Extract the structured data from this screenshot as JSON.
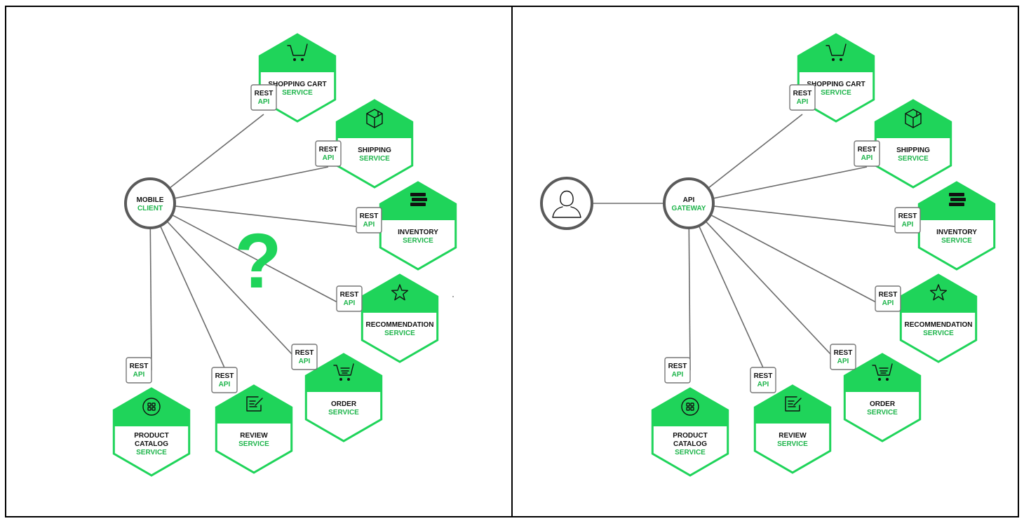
{
  "colors": {
    "accent": "#1fd45a",
    "accent_text": "#1fb54c",
    "line": "#6b6b6b",
    "border": "#000000"
  },
  "api_label": {
    "line1": "REST",
    "line2": "API"
  },
  "question_mark": "?",
  "panels": [
    {
      "hub": {
        "line1": "MOBILE",
        "line2": "CLIENT"
      },
      "has_user": false,
      "services": [
        {
          "line1": "SHOPPING CART",
          "line2": "SERVICE",
          "icon": "shopping-cart-icon"
        },
        {
          "line1": "SHIPPING",
          "line2": "SERVICE",
          "icon": "package-icon"
        },
        {
          "line1": "INVENTORY",
          "line2": "SERVICE",
          "icon": "stack-icon"
        },
        {
          "line1": "RECOMMENDATION",
          "line2": "SERVICE",
          "icon": "star-icon"
        },
        {
          "line1": "ORDER",
          "line2": "SERVICE",
          "icon": "order-cart-icon"
        },
        {
          "line1": "REVIEW",
          "line2": "SERVICE",
          "icon": "review-icon"
        },
        {
          "line1": "PRODUCT",
          "line2": "CATALOG",
          "line3": "SERVICE",
          "icon": "catalog-icon"
        }
      ]
    },
    {
      "hub": {
        "line1": "API",
        "line2": "GATEWAY"
      },
      "has_user": true,
      "user_icon": "user-icon",
      "services": [
        {
          "line1": "SHOPPING CART",
          "line2": "SERVICE",
          "icon": "shopping-cart-icon"
        },
        {
          "line1": "SHIPPING",
          "line2": "SERVICE",
          "icon": "package-icon"
        },
        {
          "line1": "INVENTORY",
          "line2": "SERVICE",
          "icon": "stack-icon"
        },
        {
          "line1": "RECOMMENDATION",
          "line2": "SERVICE",
          "icon": "star-icon"
        },
        {
          "line1": "ORDER",
          "line2": "SERVICE",
          "icon": "order-cart-icon"
        },
        {
          "line1": "REVIEW",
          "line2": "SERVICE",
          "icon": "review-icon"
        },
        {
          "line1": "PRODUCT",
          "line2": "CATALOG",
          "line3": "SERVICE",
          "icon": "catalog-icon"
        }
      ]
    }
  ]
}
